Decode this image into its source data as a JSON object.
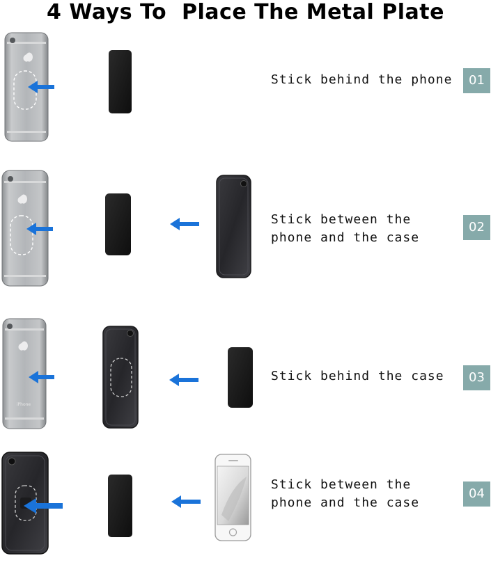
{
  "title": "4 Ways To  Place The Metal Plate",
  "colors": {
    "badge_bg": "#86aaaa",
    "arrow": "#1a73d9",
    "plate": "#1a1a1a",
    "phone_silver": "#a7aaae",
    "phone_black": "#2b2b2e"
  },
  "steps": [
    {
      "number": "01",
      "caption_lines": [
        "Stick behind the phone"
      ],
      "icons": [
        "silver-phone-back-icon",
        "arrow-right-icon",
        "metal-plate-icon"
      ]
    },
    {
      "number": "02",
      "caption_lines": [
        "Stick between the",
        "phone and the case"
      ],
      "icons": [
        "silver-phone-back-icon",
        "arrow-right-icon",
        "metal-plate-icon",
        "arrow-left-icon",
        "black-case-icon"
      ]
    },
    {
      "number": "03",
      "caption_lines": [
        "Stick behind the case"
      ],
      "icons": [
        "silver-phone-back-icon",
        "arrow-right-icon",
        "black-case-icon",
        "arrow-left-icon",
        "metal-plate-icon"
      ]
    },
    {
      "number": "04",
      "caption_lines": [
        "Stick between the",
        "phone and the case"
      ],
      "icons": [
        "black-case-icon",
        "arrow-right-icon",
        "metal-plate-icon",
        "arrow-left-icon",
        "white-phone-front-icon"
      ]
    }
  ]
}
